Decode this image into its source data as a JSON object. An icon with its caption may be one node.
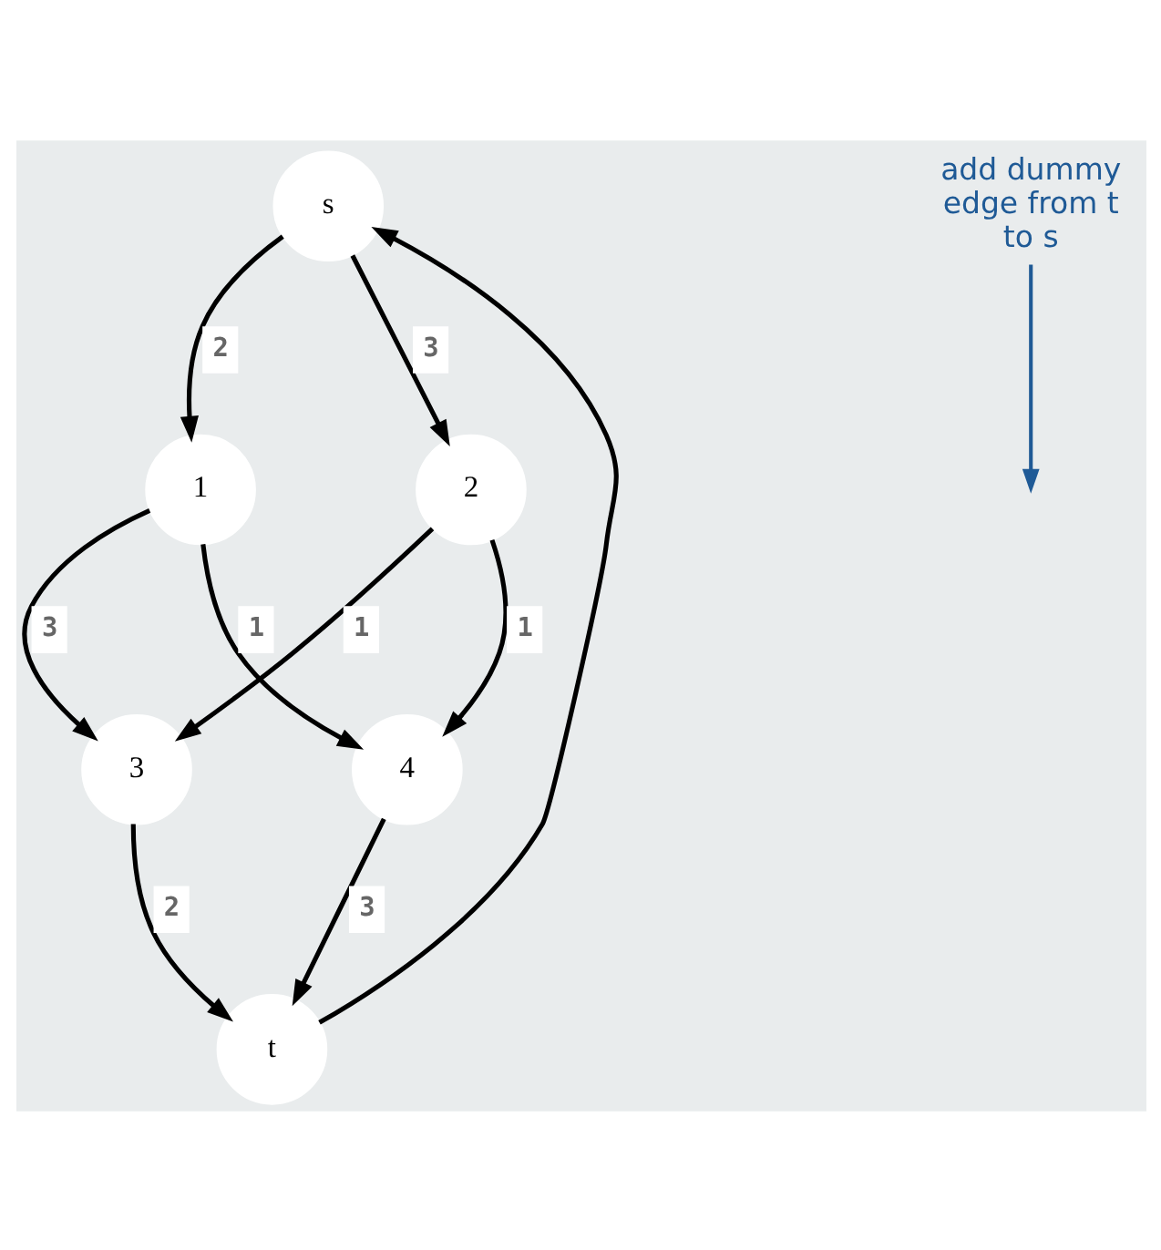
{
  "diagram": {
    "nodes": [
      {
        "text": [
          "s"
        ]
      },
      {
        "text": [
          "1"
        ]
      },
      {
        "text": [
          "2"
        ]
      },
      {
        "text": [
          "3"
        ]
      },
      {
        "text": [
          "4"
        ]
      },
      {
        "text": [
          "t"
        ]
      },
      {
        "text": [
          "add dummy edge from t to s"
        ]
      }
    ],
    "edges": [
      {
        "from": 0,
        "to": 1,
        "arrow": "to",
        "label": "2"
      },
      {
        "from": 0,
        "to": 2,
        "arrow": "to",
        "label": "3"
      },
      {
        "from": 1,
        "to": 3,
        "arrow": "to",
        "label": "3"
      },
      {
        "from": 1,
        "to": 4,
        "arrow": "to",
        "label": "1"
      },
      {
        "from": 2,
        "to": 3,
        "arrow": "to",
        "label": "1"
      },
      {
        "from": 2,
        "to": 4,
        "arrow": "to",
        "label": "1"
      },
      {
        "from": 3,
        "to": 5,
        "arrow": "to",
        "label": "2"
      },
      {
        "from": 4,
        "to": 5,
        "arrow": "to",
        "label": "3"
      },
      {
        "from": 5,
        "to": 0,
        "arrow": "to"
      },
      {
        "from": 6,
        "to": null,
        "arrow": "to",
        "color": "#1f5a96"
      }
    ]
  }
}
